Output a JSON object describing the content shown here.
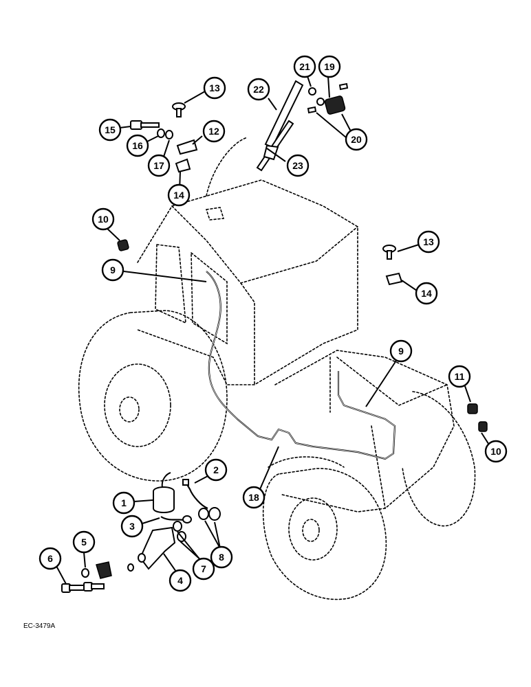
{
  "drawing_code": "EC-3479A",
  "callouts": [
    {
      "label": "1"
    },
    {
      "label": "2"
    },
    {
      "label": "3"
    },
    {
      "label": "4"
    },
    {
      "label": "5"
    },
    {
      "label": "6"
    },
    {
      "label": "7"
    },
    {
      "label": "8"
    },
    {
      "label": "9"
    },
    {
      "label": "9"
    },
    {
      "label": "10"
    },
    {
      "label": "10"
    },
    {
      "label": "11"
    },
    {
      "label": "12"
    },
    {
      "label": "13"
    },
    {
      "label": "13"
    },
    {
      "label": "14"
    },
    {
      "label": "14"
    },
    {
      "label": "15"
    },
    {
      "label": "16"
    },
    {
      "label": "17"
    },
    {
      "label": "18"
    },
    {
      "label": "19"
    },
    {
      "label": "20"
    },
    {
      "label": "21"
    },
    {
      "label": "22"
    },
    {
      "label": "23"
    }
  ]
}
